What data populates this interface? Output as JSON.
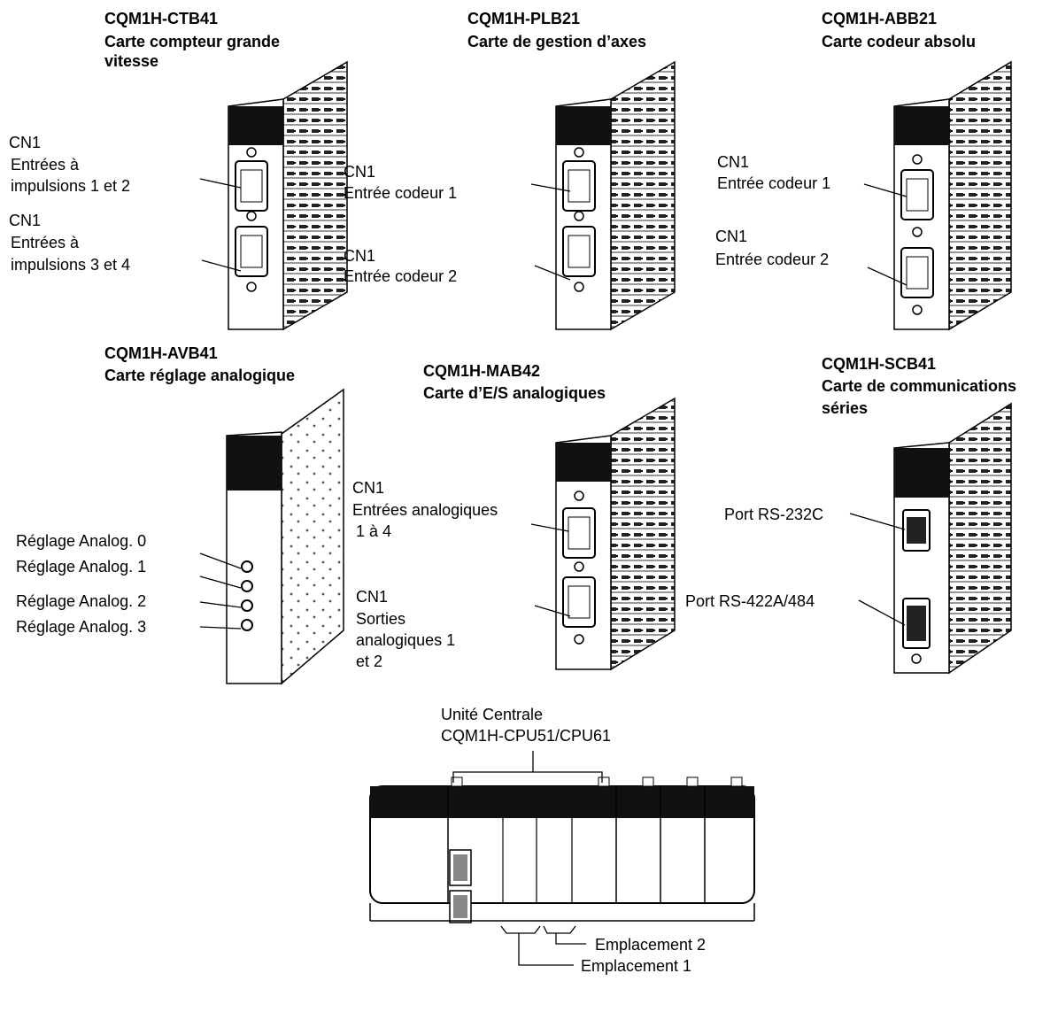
{
  "cards": {
    "ctb41": {
      "model": "CQM1H-CTB41",
      "name_1": "Carte compteur grande",
      "name_2": "vitesse",
      "cn1_a": "CN1",
      "inputs_a_1": "Entrées à",
      "inputs_a_2": "impulsions 1 et 2",
      "cn1_b": "CN1",
      "inputs_b_1": "Entrées à",
      "inputs_b_2": "impulsions 3 et 4"
    },
    "plb21": {
      "model": "CQM1H-PLB21",
      "name": "Carte de gestion d’axes",
      "cn1_a": "CN1",
      "enc_1": "Entrée codeur 1",
      "cn1_b": "CN1",
      "enc_2": "Entrée codeur 2"
    },
    "abb21": {
      "model": "CQM1H-ABB21",
      "name": "Carte codeur absolu",
      "cn1_a": "CN1",
      "enc_1": "Entrée codeur 1",
      "cn1_b": "CN1",
      "enc_2": "Entrée codeur 2"
    },
    "avb41": {
      "model": "CQM1H-AVB41",
      "name": "Carte réglage analogique",
      "adj": [
        "Réglage Analog. 0",
        "Réglage Analog. 1",
        "Réglage Analog. 2",
        "Réglage Analog. 3"
      ]
    },
    "mab42": {
      "model": "CQM1H-MAB42",
      "name": "Carte d’E/S analogiques",
      "cn1_a": "CN1",
      "ain_1": "Entrées analogiques",
      "ain_2": "1 à 4",
      "cn1_b": "CN1",
      "aout_1": "Sorties",
      "aout_2": "analogiques 1",
      "aout_3": "et 2"
    },
    "scb41": {
      "model": "CQM1H-SCB41",
      "name_1": "Carte de communications",
      "name_2": "séries",
      "port_a": "Port RS-232C",
      "port_b": "Port RS-422A/484"
    }
  },
  "cpu": {
    "title_1": "Unité Centrale",
    "title_2": "CQM1H-CPU51/CPU61",
    "slot_2": "Emplacement 2",
    "slot_1": "Emplacement 1"
  }
}
